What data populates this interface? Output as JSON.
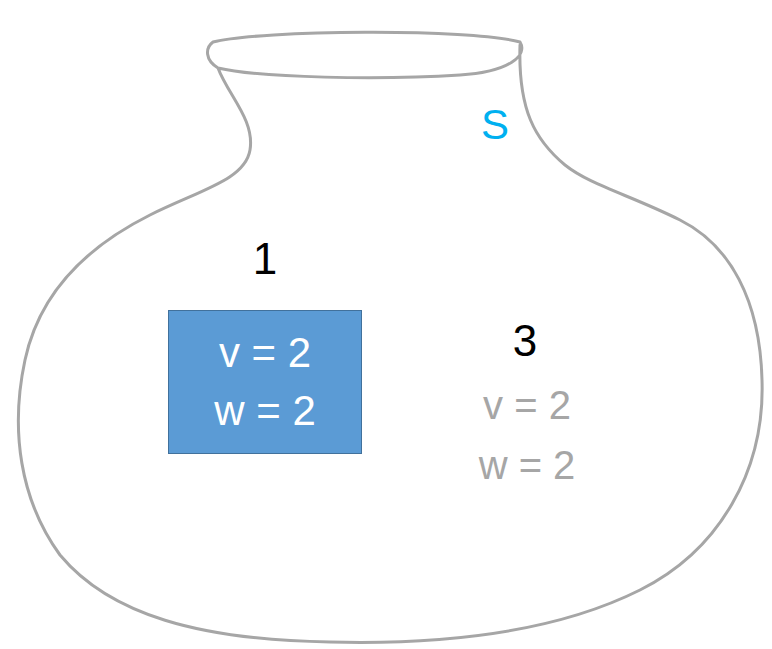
{
  "diagram": {
    "nodes": [
      {
        "text": [
          "S"
        ]
      },
      {
        "text": [
          "1",
          "v = 2",
          "w = 2"
        ],
        "in": 0
      }
    ],
    "labels": [
      "3",
      "v = 2",
      "w = 2"
    ]
  }
}
